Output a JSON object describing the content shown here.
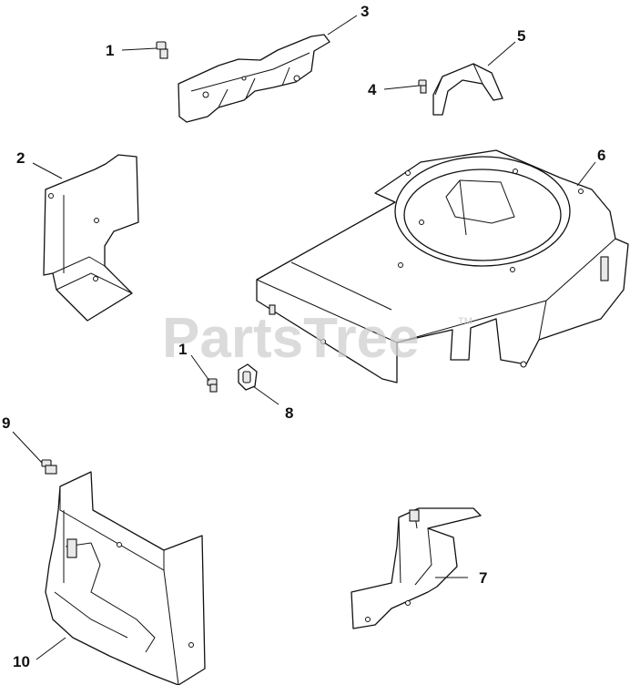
{
  "watermark": {
    "text": "PartsTree",
    "trademark": "TM"
  },
  "callouts": [
    {
      "id": "c1a",
      "label": "1"
    },
    {
      "id": "c3",
      "label": "3"
    },
    {
      "id": "c5",
      "label": "5"
    },
    {
      "id": "c4",
      "label": "4"
    },
    {
      "id": "c2",
      "label": "2"
    },
    {
      "id": "c6",
      "label": "6"
    },
    {
      "id": "c1b",
      "label": "1"
    },
    {
      "id": "c8",
      "label": "8"
    },
    {
      "id": "c9",
      "label": "9"
    },
    {
      "id": "c7",
      "label": "7"
    },
    {
      "id": "c10",
      "label": "10"
    }
  ]
}
